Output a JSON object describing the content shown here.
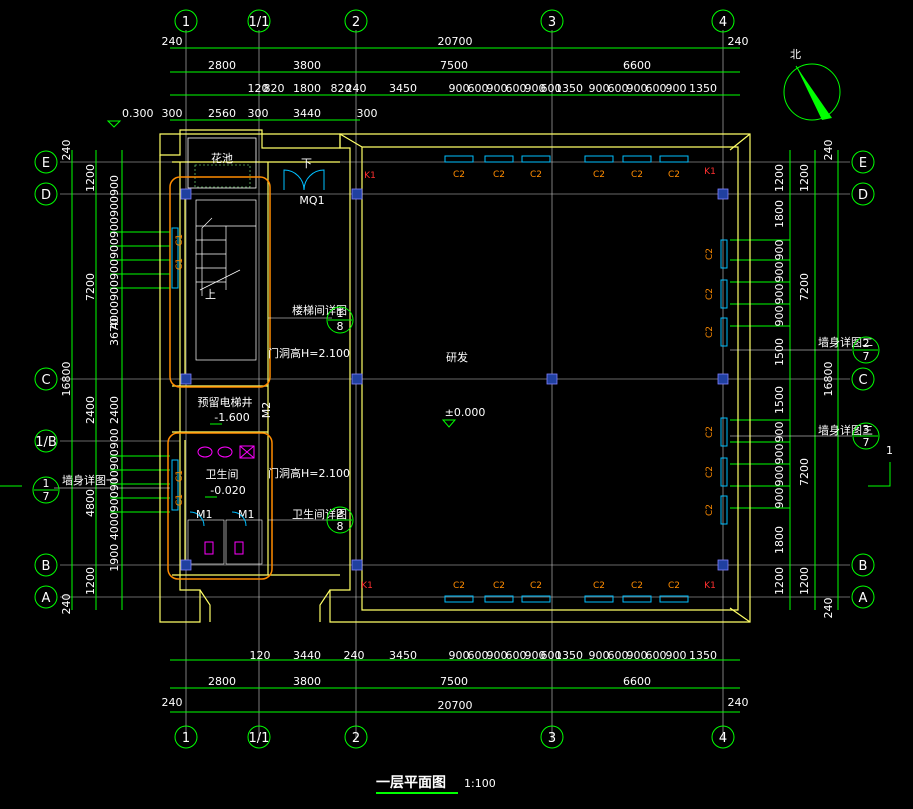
{
  "title": "一层平面图",
  "scale": "1:100",
  "north": "北",
  "axes": {
    "cols": [
      "1",
      "1/1",
      "2",
      "3",
      "4"
    ],
    "rows": [
      "E",
      "D",
      "C",
      "1/B",
      "B",
      "A"
    ]
  },
  "dims_top": {
    "overall": "20700",
    "row1": [
      "2800",
      "3800",
      "7500",
      "6600"
    ],
    "row2": [
      "120",
      "820",
      "1800",
      "820",
      "240",
      "3450",
      "900",
      "600",
      "900",
      "600",
      "900",
      "600",
      "1350",
      "900",
      "600",
      "900",
      "600",
      "900",
      "1350"
    ],
    "row3": [
      "300",
      "2560",
      "300",
      "3440",
      "300"
    ],
    "edges": [
      "240",
      "240"
    ]
  },
  "dims_bottom": {
    "overall": "20700",
    "row1": [
      "2800",
      "3800",
      "7500",
      "6600"
    ],
    "row2": [
      "120",
      "3440",
      "240",
      "3450",
      "900",
      "600",
      "900",
      "600",
      "900",
      "600",
      "1350",
      "900",
      "600",
      "900",
      "600",
      "900",
      "1350"
    ],
    "edges": [
      "240",
      "240"
    ]
  },
  "dims_left": {
    "overall": "16800",
    "major": [
      "1200",
      "7200",
      "2400",
      "4800",
      "1200"
    ],
    "minor": [
      "3670",
      "2400"
    ],
    "stair": "4000900900900900900900",
    "wc": "1900 4000900900900900",
    "edges": [
      "240",
      "240"
    ]
  },
  "dims_right": {
    "overall": "16800",
    "major": [
      "1200",
      "7200",
      "7200",
      "1200"
    ],
    "minor": [
      "1800",
      "900",
      "900",
      "900",
      "900",
      "1500",
      "1500",
      "900",
      "900",
      "900",
      "900",
      "1800"
    ],
    "edges": [
      "240",
      "240"
    ]
  },
  "rooms": {
    "main": "研发",
    "elevator": "预留电梯井",
    "elevator_level": "-1.600",
    "wc": "卫生间",
    "wc_level": "-0.020",
    "planter": "花池",
    "floor_level": "±0.000",
    "outside_level": "0.300",
    "stair_up": "上",
    "stair_down": "下"
  },
  "tags": {
    "door_main": "MQ1",
    "door_m1": "M1",
    "door_m2": "M2",
    "win_c2": "C2",
    "win_c1": "C1",
    "col_k1": "K1",
    "wall_h1": "门洞高H=2.100",
    "wall_h2": "门洞高H=2.100",
    "note_stair": "楼梯间详图",
    "note_wc": "卫生间详图",
    "note_left": "墙身详图一",
    "note_r1": "墙身详图二",
    "note_r2": "墙身详图三"
  },
  "sections": {
    "s1": [
      "1",
      "8"
    ],
    "s2": [
      "2",
      "8"
    ],
    "s3": [
      "1",
      "7"
    ],
    "s4": [
      "2",
      "7"
    ],
    "s5": [
      "3",
      "7"
    ],
    "side_mark": "1"
  }
}
